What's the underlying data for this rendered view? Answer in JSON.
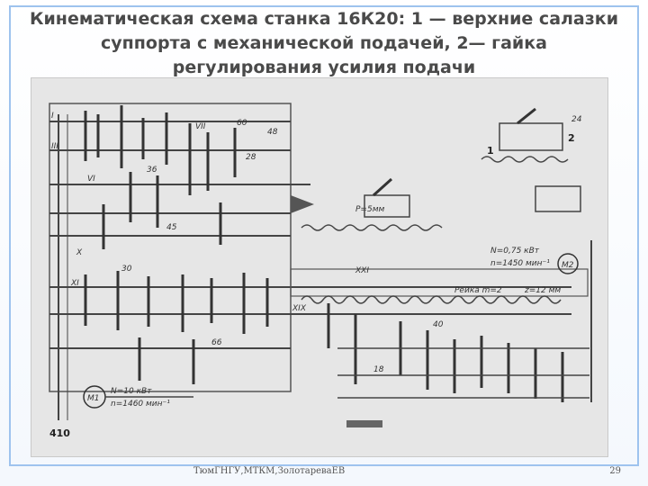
{
  "slide": {
    "title": "Кинематическая схема станка 16К20: 1 — верхние салазки суппорта с механической подачей, 2— гайка регулирования усилия подачи",
    "footer_author": "ТюмГНГУ,МТКМ,ЗолотареваЕВ",
    "page_number": "29"
  },
  "scheme": {
    "power_main": "N=10 кВт",
    "speed_main": "n=1460 мин⁻¹",
    "motor_main": "M1",
    "power_feed": "N=0,75 кВт",
    "speed_feed": "n=1450 мин⁻¹",
    "motor_feed": "M2",
    "rack": "Рейка m=2",
    "rack_teeth": "z=12 мм",
    "screw": "P=5мм",
    "label_1": "1",
    "label_2": "2",
    "label_roman_1": "I",
    "label_roman_3": "III",
    "label_roman_6": "VI",
    "label_roman_7": "VII",
    "label_roman_10": "X",
    "label_roman_11": "XI",
    "label_roman_19": "XIX",
    "label_roman_21": "XXI",
    "label_shaft_start": "410",
    "gear_60": "60",
    "gear_48": "48",
    "gear_24": "24",
    "gear_36": "36",
    "gear_28": "28",
    "gear_45": "45",
    "gear_30": "30",
    "gear_18": "18",
    "gear_66": "66",
    "gear_40": "40"
  }
}
